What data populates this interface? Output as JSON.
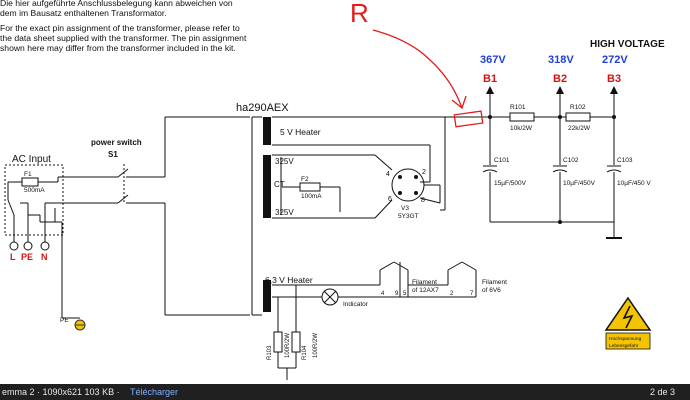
{
  "notes": {
    "german": "Die hier aufgeführte Anschlussbelegung kann abweichen von dem im Bausatz enthaltenen Transformator.",
    "english": "For the exact pin assignment of the transformer, please refer to the data sheet supplied with the transformer. The pin assignment shown here may differ from the transformer included in the kit."
  },
  "annotation": {
    "letter": "R",
    "color": "#e21b1b"
  },
  "colors": {
    "voltage": "#1f3fd6",
    "node": "#d21414",
    "wire": "#111111"
  },
  "header": {
    "high_voltage": "HIGH VOLTAGE"
  },
  "transformer": {
    "name": "ha290AEX",
    "heater5": "5 V Heater",
    "hv_top": "325V",
    "ct": "CT",
    "hv_bottom": "325V",
    "heater63": "6,3 V Heater"
  },
  "rectifier": {
    "ref": "V3",
    "part": "5Y3GT",
    "pin4": "4",
    "pin2": "2",
    "pin6": "6",
    "pin8": "8"
  },
  "fuse2": {
    "ref": "F2",
    "value": "100mA"
  },
  "ac_input": {
    "label": "AC Input",
    "fuse_ref": "F1",
    "fuse_value": "500mA",
    "terminals": [
      "L",
      "PE",
      "N"
    ],
    "pe_label": "PE"
  },
  "power_switch": {
    "label": "power switch",
    "ref": "S1"
  },
  "nodes": [
    {
      "name": "B1",
      "voltage": "367V"
    },
    {
      "name": "B2",
      "voltage": "318V"
    },
    {
      "name": "B3",
      "voltage": "272V"
    }
  ],
  "resistors": [
    {
      "ref": "R101",
      "value": "10k/2W"
    },
    {
      "ref": "R102",
      "value": "22k/2W"
    }
  ],
  "capacitors": [
    {
      "ref": "C101",
      "value": "15µF/500V"
    },
    {
      "ref": "C102",
      "value": "10µF/450V"
    },
    {
      "ref": "C103",
      "value": "10µF/450 V"
    }
  ],
  "heater_circuit": {
    "indicator": "Indicator",
    "r103": "R103",
    "r103_value": "100R/2W",
    "r104": "R104",
    "r104_value": "100R/2W",
    "fil1_pins": [
      "4",
      "9",
      "5"
    ],
    "fil1_label_a": "Filament",
    "fil1_label_b": "of 12AX7",
    "fil2_pins": [
      "2",
      "7"
    ],
    "fil2_label_a": "Filament",
    "fil2_label_b": "of 6V6"
  },
  "warning": {
    "line1": "Hochspannung",
    "line2": "Lebensgefahr"
  },
  "status_bar": {
    "left": "emma 2 · 1090x621 103 KB ·",
    "download": "Télécharger",
    "page": "2 de 3"
  }
}
